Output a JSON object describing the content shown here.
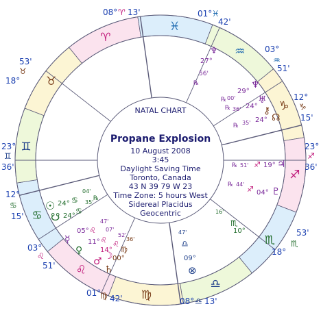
{
  "chart": {
    "heading": "NATAL CHART",
    "title": "Propane Explosion",
    "lines": [
      "10 August 2008",
      "3:45",
      "Daylight Saving Time",
      "Toronto, Canada",
      "43 N 39    79 W 23",
      "Time Zone: 5 hours West",
      "Sidereal Placidus",
      "Geocentric"
    ]
  },
  "colors": {
    "fire": "#fbe3ee",
    "earth": "#fcf5d4",
    "air": "#eef8da",
    "water": "#dceefb",
    "lines": "#5a5a78",
    "blue_text": "#1a3fb0",
    "purple_glyph": "#7a2a9a",
    "green_glyph": "#1f6b2a",
    "brown_glyph": "#7a3e1a"
  },
  "zodiac": [
    {
      "name": "aries",
      "glyph": "♈",
      "color": "#c0197a"
    },
    {
      "name": "pisces",
      "glyph": "♓",
      "color": "#1e6ab0"
    },
    {
      "name": "aquarius",
      "glyph": "♒",
      "color": "#1e6ab0"
    },
    {
      "name": "capricorn",
      "glyph": "♑",
      "color": "#7a3e1a"
    },
    {
      "name": "sagittarius",
      "glyph": "♐",
      "color": "#c0197a"
    },
    {
      "name": "scorpio",
      "glyph": "♏",
      "color": "#1f6b2a"
    },
    {
      "name": "libra",
      "glyph": "♎",
      "color": "#1e3f8a"
    },
    {
      "name": "virgo",
      "glyph": "♍",
      "color": "#7a3e1a"
    },
    {
      "name": "leo",
      "glyph": "♌",
      "color": "#c0197a"
    },
    {
      "name": "cancer",
      "glyph": "♋",
      "color": "#1f6b2a"
    },
    {
      "name": "gemini",
      "glyph": "♊",
      "color": "#1e3f8a"
    },
    {
      "name": "taurus",
      "glyph": "♉",
      "color": "#7a3e1a"
    }
  ],
  "cusps": [
    {
      "deg": "08°",
      "sign": "♈",
      "min": "13'"
    },
    {
      "deg": "01°",
      "sign": "♓",
      "min": "42'"
    },
    {
      "deg": "03°",
      "sign": "♒",
      "min": "51'"
    },
    {
      "deg": "12°",
      "sign": "♑",
      "min": "15'"
    },
    {
      "deg": "23°",
      "sign": "♐",
      "min": "36'"
    },
    {
      "deg": "18°",
      "sign": "♏",
      "min": "53'"
    },
    {
      "deg": "08°",
      "sign": "♎",
      "min": "13'"
    },
    {
      "deg": "01°",
      "sign": "♍",
      "min": "42'"
    },
    {
      "deg": "03°",
      "sign": "♌",
      "min": "51'"
    },
    {
      "deg": "12°",
      "sign": "♋",
      "min": "15'"
    },
    {
      "deg": "23°",
      "sign": "♊",
      "min": "36'"
    },
    {
      "deg": "18°",
      "sign": "♉",
      "min": "53'"
    }
  ],
  "planets": [
    {
      "name": "neptune-aqua",
      "glyph": "♆",
      "deg": "27°",
      "min": "56'",
      "retro": "℞"
    },
    {
      "name": "neptune",
      "glyph": "♆",
      "deg": "29°",
      "min": "00'",
      "retro": "℞"
    },
    {
      "name": "uranus",
      "glyph": "♅",
      "deg": "24°",
      "min": "36'",
      "retro": "℞"
    },
    {
      "name": "chiron",
      "glyph": "⚷",
      "deg": "24°",
      "min": "35'",
      "retro": "℞"
    },
    {
      "name": "node",
      "glyph": "☊",
      "deg": "24°",
      "min": "35'",
      "retro": "℞"
    },
    {
      "name": "jupiter",
      "glyph": "♃",
      "deg": "19°",
      "min": "51'",
      "retro": "℞"
    },
    {
      "name": "pluto",
      "glyph": "♇",
      "deg": "04°",
      "min": "44'",
      "retro": "℞"
    },
    {
      "name": "scorpio-planet",
      "glyph": "",
      "deg": "10°",
      "min": "16'",
      "retro": ""
    },
    {
      "name": "fortune",
      "glyph": "⊗",
      "deg": "09°",
      "min": "47'",
      "retro": ""
    },
    {
      "name": "sun",
      "glyph": "☉",
      "deg": "24°",
      "min": "04'",
      "retro": ""
    },
    {
      "name": "south-node",
      "glyph": "☋",
      "deg": "24°",
      "min": "35'",
      "retro": "℞"
    },
    {
      "name": "mercury",
      "glyph": "☿",
      "deg": "05°",
      "min": "47'",
      "retro": ""
    },
    {
      "name": "venus",
      "glyph": "♀",
      "deg": "11°",
      "min": "07'",
      "retro": ""
    },
    {
      "name": "mars",
      "glyph": "♂",
      "deg": "14°",
      "min": "52'",
      "retro": ""
    },
    {
      "name": "saturn",
      "glyph": "♄",
      "deg": "00°",
      "min": "36'",
      "retro": ""
    },
    {
      "name": "moon",
      "glyph": "☽",
      "deg": "",
      "min": "",
      "retro": ""
    }
  ]
}
